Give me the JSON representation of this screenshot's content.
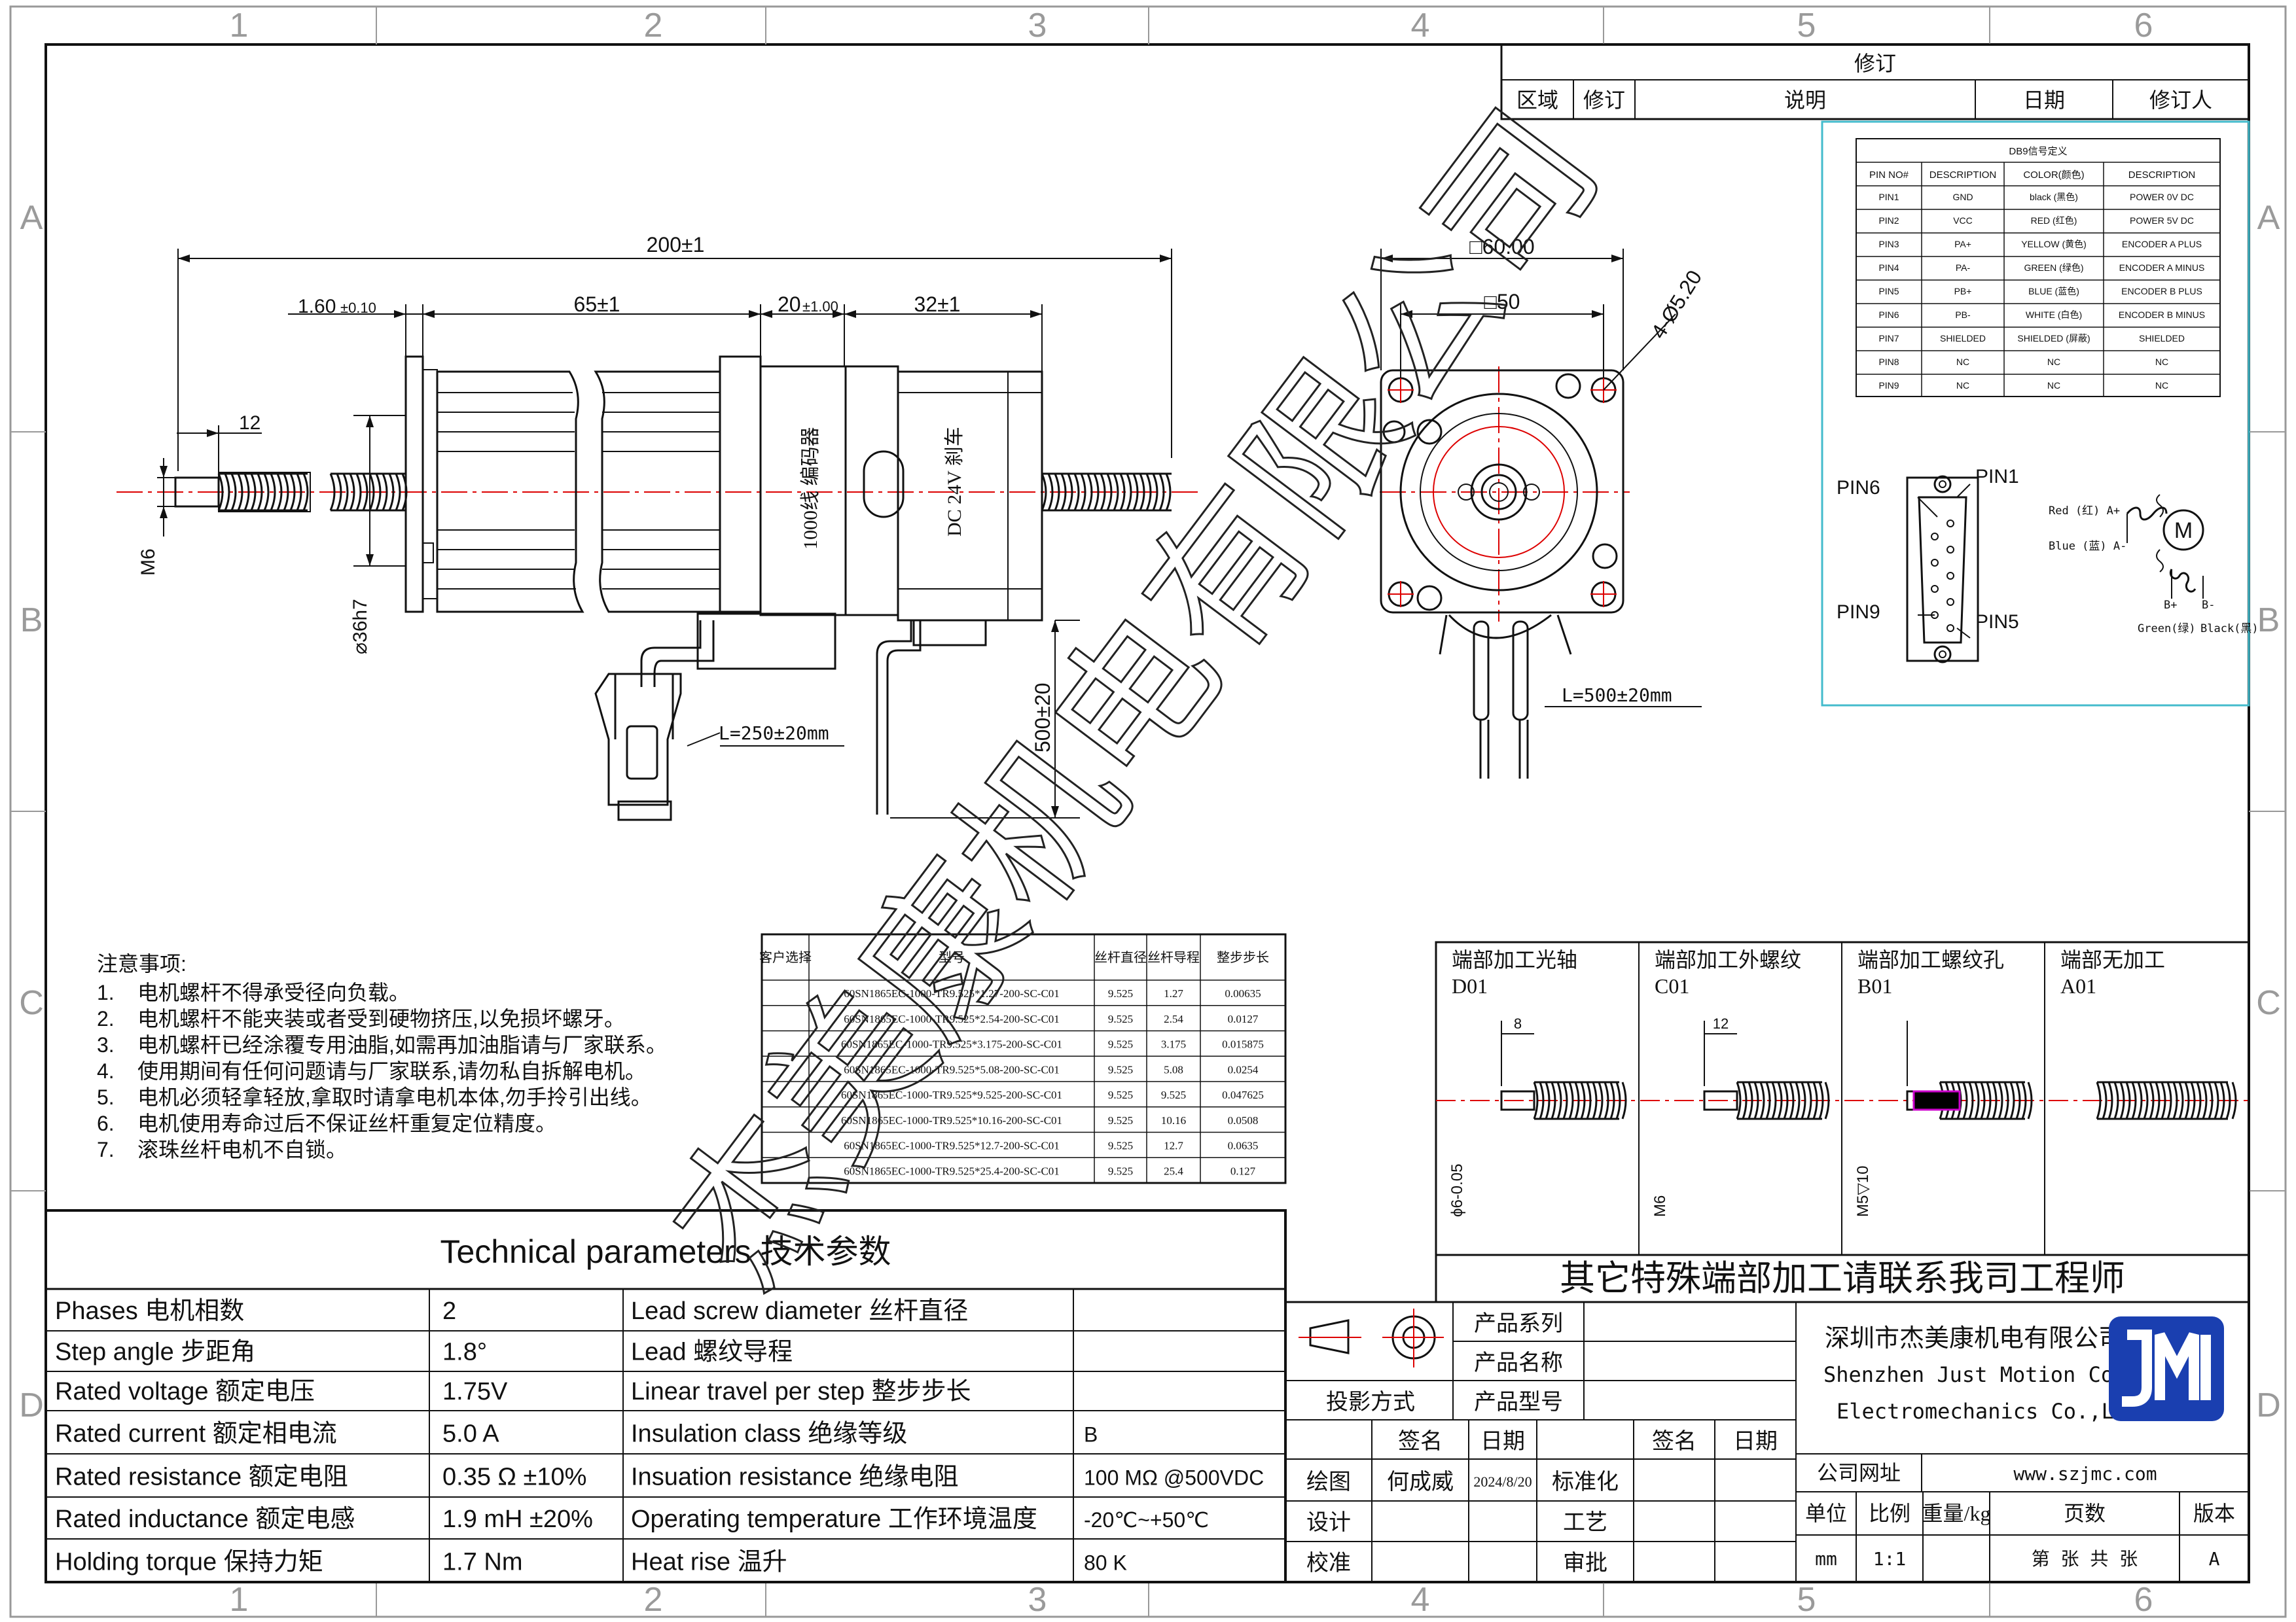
{
  "grid_labels": {
    "columns": [
      "1",
      "2",
      "3",
      "4",
      "5",
      "6"
    ],
    "rows": [
      "A",
      "B",
      "C",
      "D"
    ]
  },
  "revision_table": {
    "title": "修订",
    "headers": [
      "区域",
      "修订",
      "说明",
      "日期",
      "修订人"
    ]
  },
  "db9_table": {
    "title": "DB9信号定义",
    "headers": [
      "PIN NO#",
      "DESCRIPTION",
      "COLOR(颜色)",
      "DESCRIPTION"
    ],
    "rows": [
      [
        "PIN1",
        "GND",
        "black (黑色)",
        "POWER 0V DC"
      ],
      [
        "PIN2",
        "VCC",
        "RED (红色)",
        "POWER 5V DC"
      ],
      [
        "PIN3",
        "PA+",
        "YELLOW (黄色)",
        "ENCODER A PLUS"
      ],
      [
        "PIN4",
        "PA-",
        "GREEN (绿色)",
        "ENCODER A MINUS"
      ],
      [
        "PIN5",
        "PB+",
        "BLUE (蓝色)",
        "ENCODER B PLUS"
      ],
      [
        "PIN6",
        "PB-",
        "WHITE (白色)",
        "ENCODER B MINUS"
      ],
      [
        "PIN7",
        "SHIELDED",
        "SHIELDED (屏蔽)",
        "SHIELDED"
      ],
      [
        "PIN8",
        "NC",
        "NC",
        "NC"
      ],
      [
        "PIN9",
        "NC",
        "NC",
        "NC"
      ]
    ]
  },
  "connector": {
    "pin6": "PIN6",
    "pin1": "PIN1",
    "pin9": "PIN9",
    "pin5": "PIN5",
    "red": "Red (红) A+",
    "blue": "Blue (蓝) A-",
    "motor": "M",
    "b_plus": "B+",
    "b_minus": "B-",
    "green": "Green(绿)",
    "black": "Black(黑)"
  },
  "side_view": {
    "total_length": "200±1",
    "d_shaft_step": "1.60",
    "d_shaft_step_tol": "±0.10",
    "d_body": "65±1",
    "d_encoder": "20",
    "d_encoder_tol": "±1.00",
    "d_brake": "32±1",
    "d_12": "12",
    "m6": "M6",
    "pilot": "⌀36h7",
    "encoder_label": "1000线 编码器",
    "brake_label": "DC 24V 刹车",
    "cable_left": "L=250±20mm",
    "cable_height": "500±20"
  },
  "front_view": {
    "square_outer": "□60.00",
    "square_inner": "□50",
    "holes": "4-Ø5.20",
    "cable": "L=500±20mm"
  },
  "notes": {
    "title": "注意事项:",
    "items": [
      "电机螺杆不得承受径向负载。",
      "电机螺杆不能夹装或者受到硬物挤压,以免损坏螺牙。",
      "电机螺杆已经涂覆专用油脂,如需再加油脂请与厂家联系。",
      "使用期间有任何问题请与厂家联系,请勿私自拆解电机。",
      "电机必须轻拿轻放,拿取时请拿电机本体,勿手拎引出线。",
      "电机使用寿命过后不保证丝杆重复定位精度。",
      "滚珠丝杆电机不自锁。"
    ]
  },
  "model_table": {
    "headers": [
      "客户选择",
      "型号",
      "丝杆直径",
      "丝杆导程",
      "整步步长"
    ],
    "rows": [
      [
        "",
        "60SN1865EC-1000-TR9.525*1.27-200-SC-C01",
        "9.525",
        "1.27",
        "0.00635"
      ],
      [
        "",
        "60SN1865EC-1000-TR9.525*2.54-200-SC-C01",
        "9.525",
        "2.54",
        "0.0127"
      ],
      [
        "",
        "60SN1865EC-1000-TR9.525*3.175-200-SC-C01",
        "9.525",
        "3.175",
        "0.015875"
      ],
      [
        "",
        "60SN1865EC-1000-TR9.525*5.08-200-SC-C01",
        "9.525",
        "5.08",
        "0.0254"
      ],
      [
        "",
        "60SN1865EC-1000-TR9.525*9.525-200-SC-C01",
        "9.525",
        "9.525",
        "0.047625"
      ],
      [
        "",
        "60SN1865EC-1000-TR9.525*10.16-200-SC-C01",
        "9.525",
        "10.16",
        "0.0508"
      ],
      [
        "",
        "60SN1865EC-1000-TR9.525*12.7-200-SC-C01",
        "9.525",
        "12.7",
        "0.0635"
      ],
      [
        "",
        "60SN1865EC-1000-TR9.525*25.4-200-SC-C01",
        "9.525",
        "25.4",
        "0.127"
      ]
    ]
  },
  "end_processing": {
    "items": [
      {
        "title": "端部加工光轴",
        "code": "D01",
        "dim": "8",
        "side": "ϕ6-0.05"
      },
      {
        "title": "端部加工外螺纹",
        "code": "C01",
        "dim": "12",
        "side": "M6"
      },
      {
        "title": "端部加工螺纹孔",
        "code": "B01",
        "dim": "",
        "side": "M5▽10"
      },
      {
        "title": "端部无加工",
        "code": "A01",
        "dim": "",
        "side": ""
      }
    ],
    "footer": "其它特殊端部加工请联系我司工程师"
  },
  "tech_params": {
    "title": "Technical parameters 技术参数",
    "rows": [
      [
        "Phases 电机相数",
        "2",
        "Lead screw diameter 丝杆直径",
        ""
      ],
      [
        "Step angle 步距角",
        "1.8°",
        "Lead 螺纹导程",
        ""
      ],
      [
        "Rated voltage 额定电压",
        "1.75V",
        "Linear travel per step 整步步长",
        ""
      ],
      [
        "Rated current 额定相电流",
        "5.0 A",
        "Insulation class 绝缘等级",
        "B"
      ],
      [
        "Rated resistance 额定电阻",
        "0.35 Ω  ±10%",
        "Insuation resistance 绝缘电阻",
        "100 MΩ @500VDC"
      ],
      [
        "Rated inductance 额定电感",
        "1.9 mH ±20%",
        "Operating temperature 工作环境温度",
        "-20℃~+50℃"
      ],
      [
        "Holding torque 保持力矩",
        "1.7 Nm",
        "Heat rise 温升",
        "80 K"
      ]
    ]
  },
  "title_block": {
    "projection": "投影方式",
    "product_series": "产品系列",
    "product_name": "产品名称",
    "product_model": "产品型号",
    "sign": "签名",
    "date": "日期",
    "draw": "绘图",
    "drawer": "何成威",
    "draw_date": "2024/8/20",
    "standardize": "标准化",
    "design": "设计",
    "process": "工艺",
    "check": "校准",
    "approve": "审批",
    "company_cn": "深圳市杰美康机电有限公司",
    "company_en1": "Shenzhen Just Motion Control",
    "company_en2": "Electromechanics Co.,LTD",
    "website_label": "公司网址",
    "website": "www.szjmc.com",
    "unit_label": "单位",
    "scale_label": "比例",
    "weight_label": "重量/kg",
    "pages_label": "页数",
    "version_label": "版本",
    "unit": "mm",
    "scale": "1:1",
    "pages": "第 张 共 张",
    "version": "A"
  },
  "watermark": "杰美康机电有限公司",
  "colors": {
    "dimension_red": "#dd0000",
    "db9_border": "#44bbcc",
    "logo_blue": "#1a3fb0"
  }
}
